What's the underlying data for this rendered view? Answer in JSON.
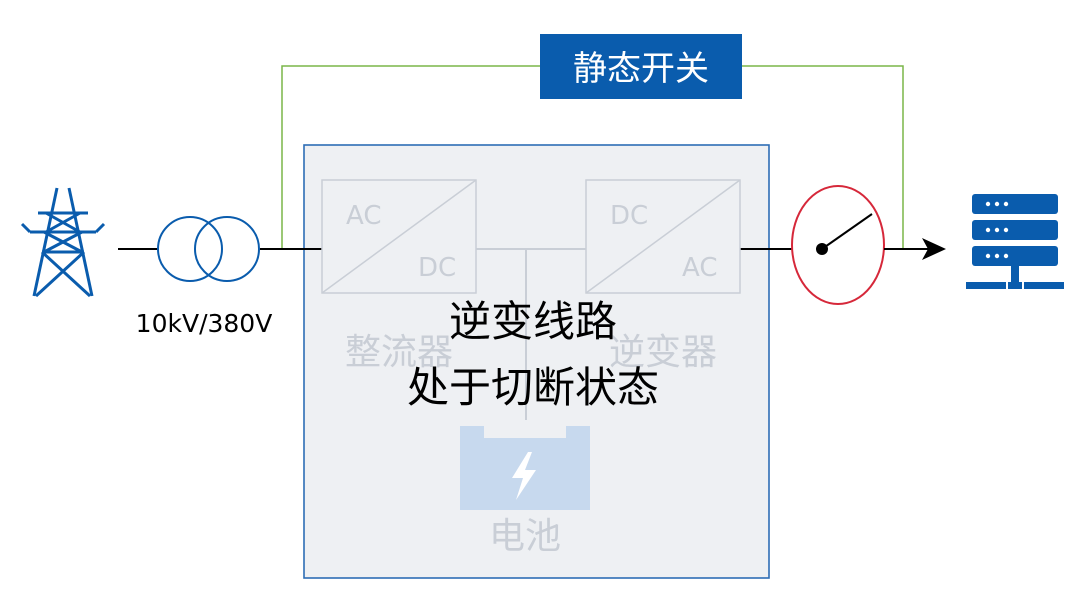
{
  "static_switch": {
    "label": "静态开关"
  },
  "transformer": {
    "label": "10kV/380V"
  },
  "rectifier": {
    "label": "整流器",
    "in": "AC",
    "out": "DC"
  },
  "inverter": {
    "label": "逆变器",
    "in": "DC",
    "out": "AC"
  },
  "battery": {
    "label": "电池"
  },
  "overlay": {
    "line1": "逆变线路",
    "line2": "处于切断状态"
  },
  "colors": {
    "brand_blue": "#0a5cad",
    "bypass_green": "#7ab648",
    "switch_red": "#d6283a",
    "faded": "#c9ced6",
    "panel_fill": "#eef0f3",
    "battery_fill": "#c7d9ee"
  },
  "icons": [
    "power-tower-icon",
    "transformer-icon",
    "switch-icon",
    "server-icon",
    "battery-icon",
    "lightning-icon"
  ]
}
